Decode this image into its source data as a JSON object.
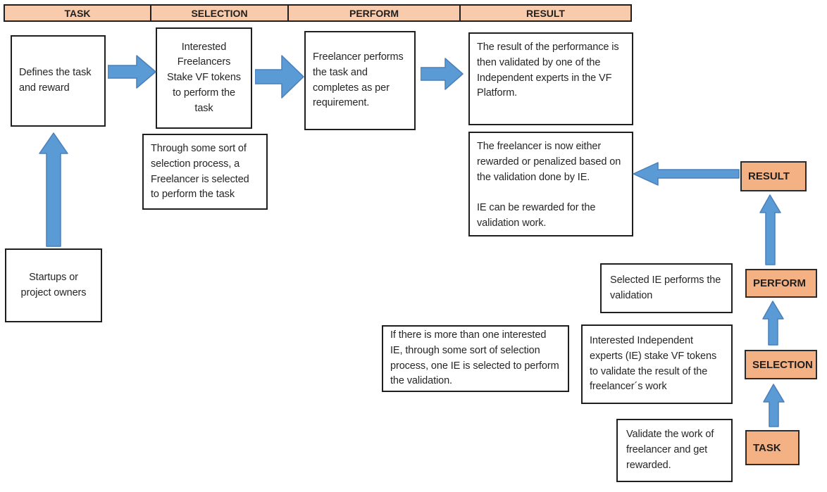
{
  "palette": {
    "header_fill": "#F8CBAD",
    "label_fill": "#F4B183",
    "arrow_fill": "#5B9BD5",
    "arrow_stroke": "#4A7FBA",
    "ink": "#1F1F1F"
  },
  "header": {
    "columns": [
      "TASK",
      "SELECTION",
      "PERFORM",
      "RESULT"
    ]
  },
  "boxes": {
    "defines": "Defines the task and reward",
    "interested_freelancers": "Interested Freelancers Stake VF tokens to perform the task",
    "through_selection": "Through some sort of selection process, a Freelancer is selected to perform the task",
    "freelancer_performs": "Freelancer performs the task and completes as per requirement.",
    "result_validated": "The result of the performance is then validated by one of the Independent experts in the VF Platform.",
    "freelancer_rewarded": "The freelancer is now either rewarded or penalized based on the validation done by IE.\n\nIE can be rewarded for the validation work.",
    "startups": "Startups or project owners",
    "selected_ie": "Selected IE performs the validation",
    "interested_ie": "Interested Independent experts (IE) stake VF tokens to validate the result of the freelancer´s work",
    "if_more_ie": "If there is more than one interested IE, through some sort of selection process, one IE is selected to perform the validation.",
    "validate_work": "Validate the work of freelancer and get rewarded."
  },
  "labels": {
    "result": "RESULT",
    "perform": "PERFORM",
    "selection": "SELECTION",
    "task": "TASK"
  }
}
